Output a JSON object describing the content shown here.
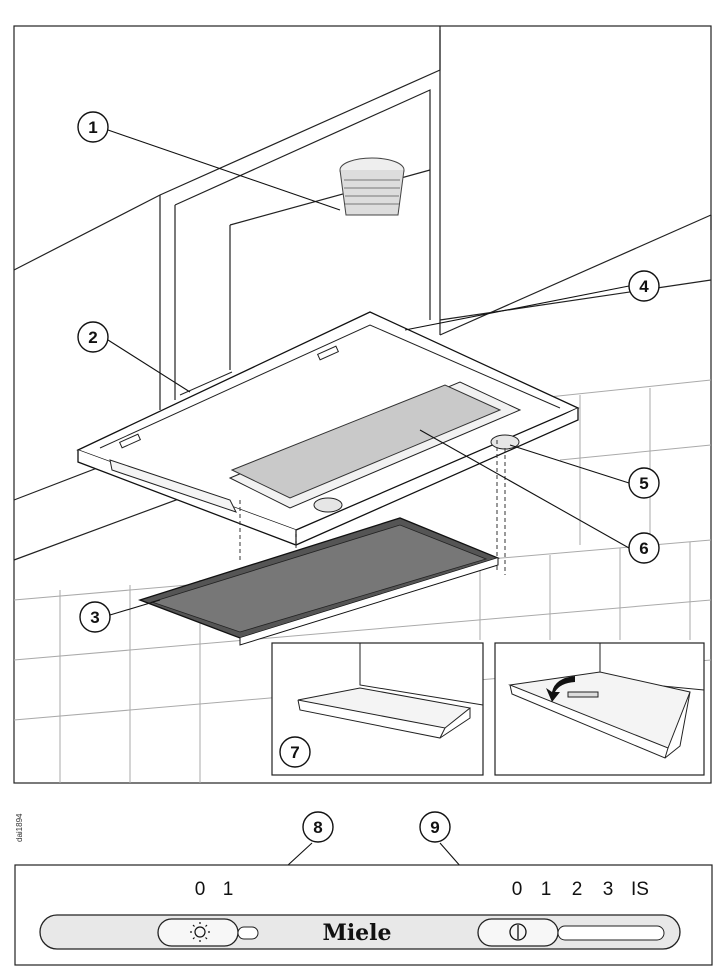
{
  "callouts": [
    "1",
    "2",
    "3",
    "4",
    "5",
    "6",
    "7",
    "8",
    "9"
  ],
  "image_code": "dai1894",
  "control_panel": {
    "light_scale": [
      "0",
      "1"
    ],
    "fan_scale": [
      "0",
      "1",
      "2",
      "3",
      "IS"
    ],
    "brand": "Miele",
    "light_switch_icon": "light-bulb-icon",
    "fan_switch_icon": "power-icon"
  }
}
